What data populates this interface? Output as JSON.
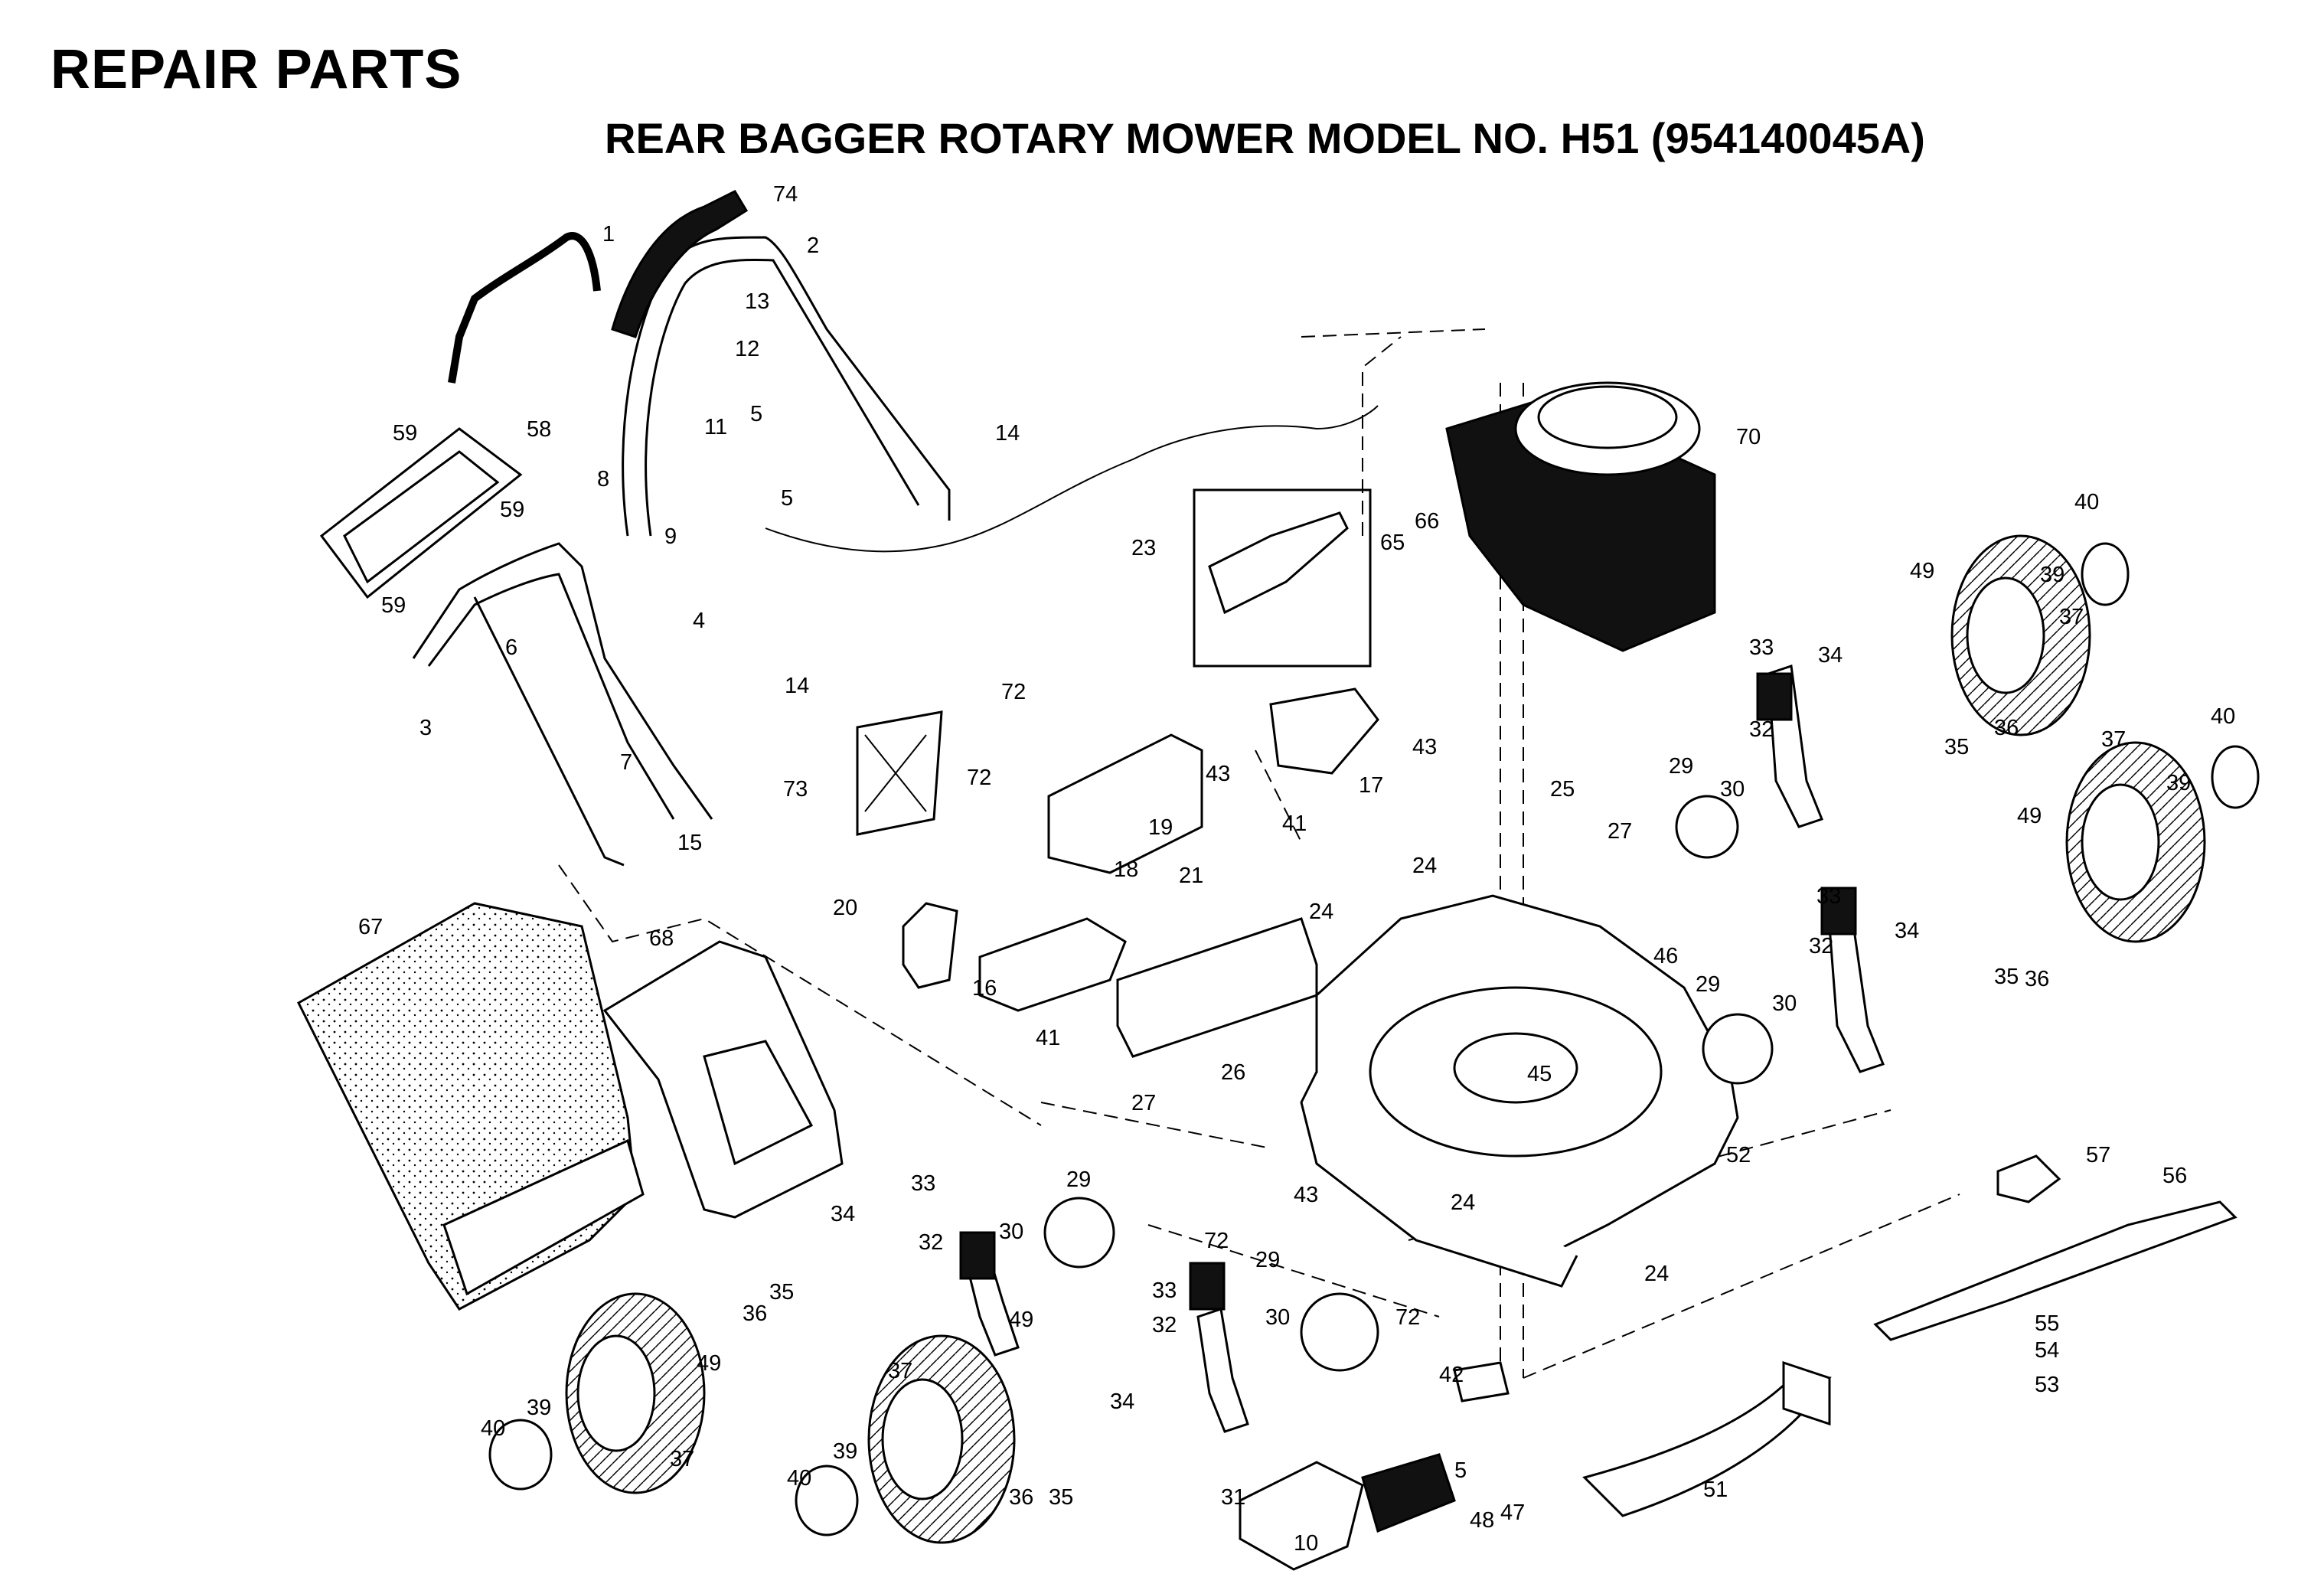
{
  "header": {
    "title": "REPAIR PARTS",
    "subtitle": "REAR BAGGER ROTARY MOWER MODEL NO.  H51 (954140045A)"
  },
  "diagram": {
    "part_numbers": [
      "1",
      "2",
      "3",
      "4",
      "5",
      "5",
      "5",
      "6",
      "7",
      "8",
      "9",
      "10",
      "11",
      "12",
      "13",
      "14",
      "14",
      "15",
      "16",
      "17",
      "18",
      "19",
      "20",
      "21",
      "23",
      "24",
      "24",
      "24",
      "24",
      "25",
      "26",
      "27",
      "27",
      "29",
      "29",
      "29",
      "29",
      "30",
      "30",
      "30",
      "30",
      "31",
      "32",
      "32",
      "32",
      "32",
      "33",
      "33",
      "33",
      "33",
      "34",
      "34",
      "34",
      "34",
      "35",
      "35",
      "35",
      "35",
      "36",
      "36",
      "36",
      "36",
      "37",
      "37",
      "37",
      "37",
      "39",
      "39",
      "39",
      "39",
      "40",
      "40",
      "40",
      "40",
      "41",
      "41",
      "42",
      "43",
      "43",
      "43",
      "45",
      "46",
      "47",
      "48",
      "49",
      "49",
      "49",
      "49",
      "51",
      "52",
      "53",
      "54",
      "55",
      "56",
      "57",
      "58",
      "59",
      "59",
      "59",
      "65",
      "66",
      "67",
      "68",
      "70",
      "72",
      "72",
      "72",
      "72",
      "73",
      "74"
    ]
  }
}
